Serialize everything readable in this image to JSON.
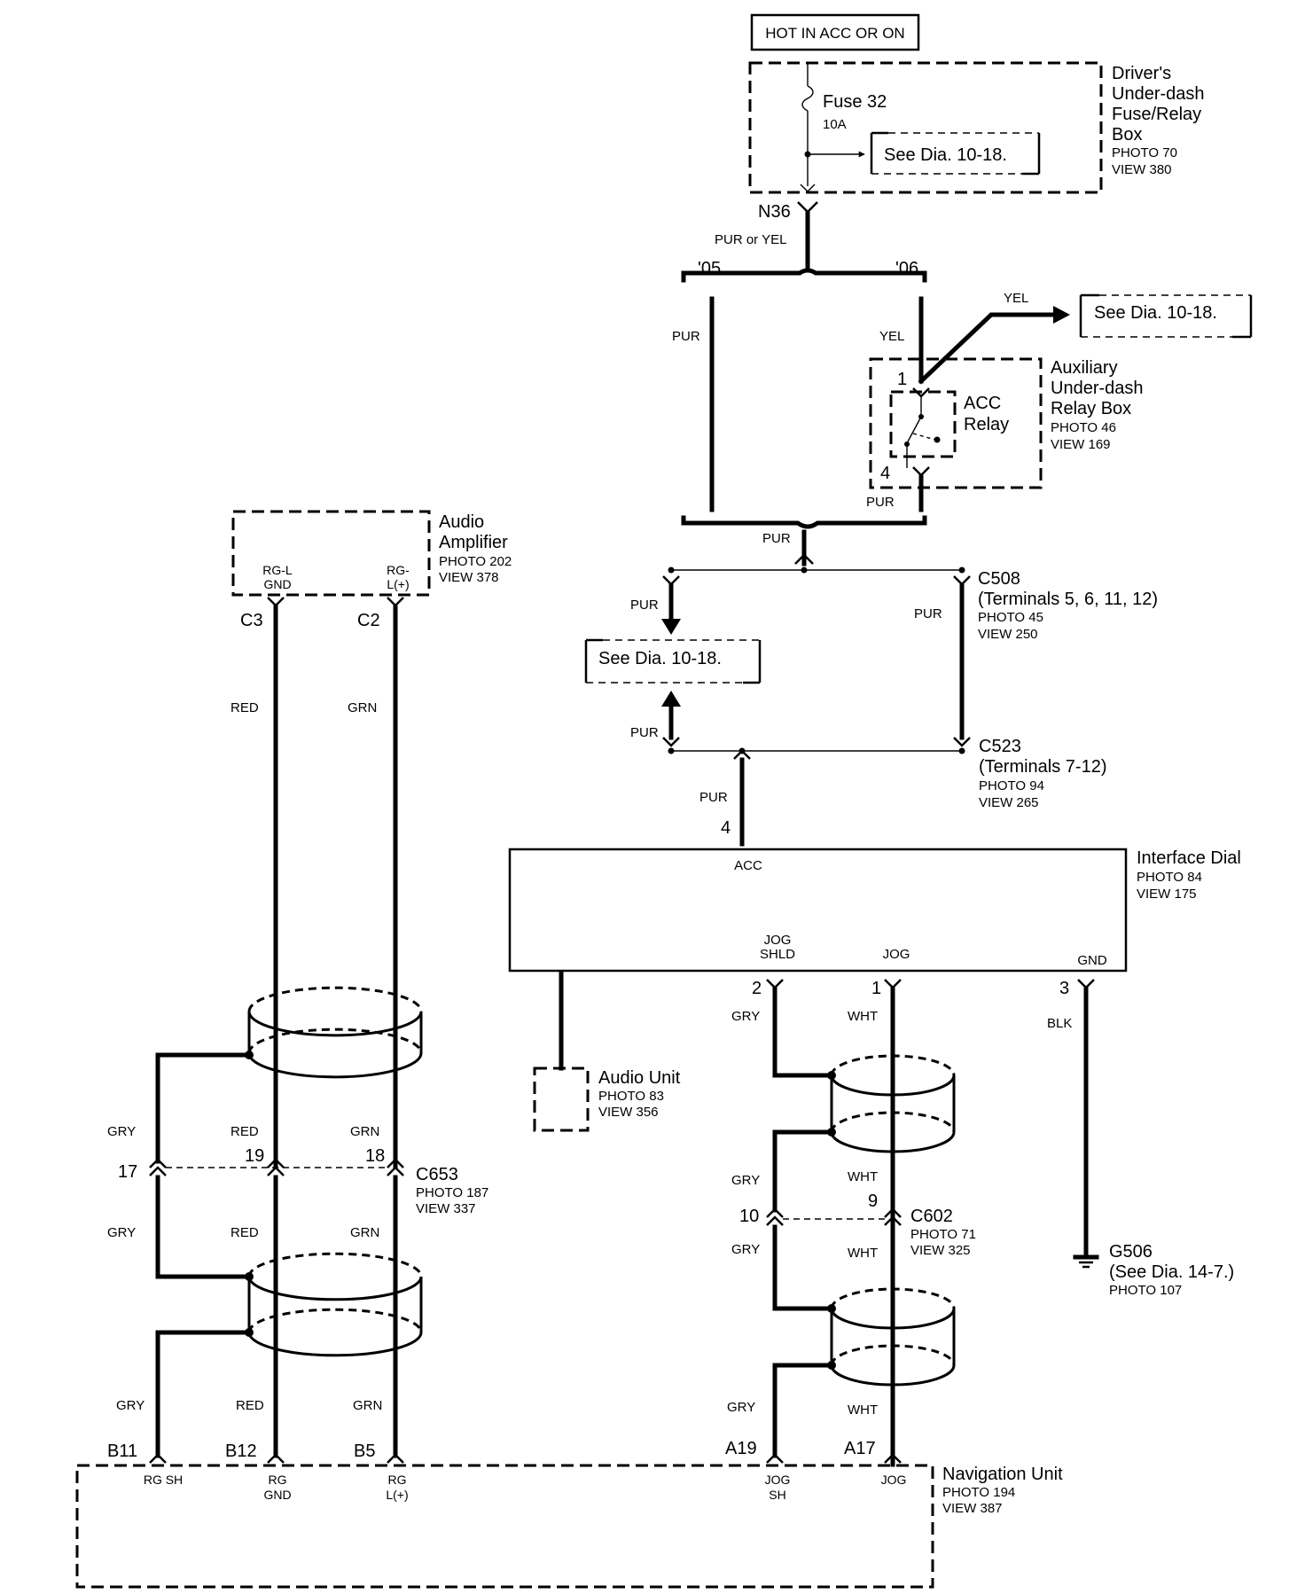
{
  "supply": {
    "hot_label": "HOT IN ACC OR ON",
    "fuse_box": {
      "title_lines": [
        "Driver's",
        "Under-dash",
        "Fuse/Relay",
        "Box"
      ],
      "photo": "PHOTO 70",
      "view": "VIEW 380"
    },
    "fuse": {
      "name": "Fuse 32",
      "rating": "10A"
    },
    "see_dia": "See Dia. 10-18.",
    "connector": "N36",
    "wire": "PUR or YEL",
    "year_a": "'05",
    "year_b": "'06"
  },
  "relay": {
    "yel_wire": "YEL",
    "yel_label": "YEL",
    "see_dia": "See Dia. 10-18.",
    "box_title_lines": [
      "Auxiliary",
      "Under-dash",
      "Relay Box"
    ],
    "photo": "PHOTO 46",
    "view": "VIEW 169",
    "name_lines": [
      "ACC",
      "Relay"
    ],
    "pin_1": "1",
    "pin_4": "4",
    "out_wire": "PUR"
  },
  "pur_section": {
    "left_wire": "PUR",
    "junction_wire": "PUR",
    "c508": {
      "name": "C508",
      "terminals": "(Terminals 5, 6, 11, 12)",
      "photo": "PHOTO 45",
      "view": "VIEW 250"
    },
    "c523": {
      "name": "C523",
      "terminals": "(Terminals 7-12)",
      "photo": "PHOTO 94",
      "view": "VIEW 265"
    },
    "upper_branch_wire": "PUR",
    "lower_branch_wire": "PUR",
    "right_wire": "PUR",
    "see_dia": "See Dia. 10-18.",
    "acc_wire": "PUR",
    "acc_pin": "4"
  },
  "amplifier": {
    "title_lines": [
      "Audio",
      "Amplifier"
    ],
    "photo": "PHOTO 202",
    "view": "VIEW 378",
    "pin_left_lines": [
      "RG-L",
      "GND"
    ],
    "pin_right_lines": [
      "RG-",
      "L(+)"
    ],
    "conn_left": "C3",
    "conn_right": "C2",
    "wire_left": "RED",
    "wire_right": "GRN"
  },
  "interface_dial": {
    "title": "Interface Dial",
    "photo": "PHOTO 84",
    "view": "VIEW 175",
    "acc": "ACC",
    "jog_shld_lines": [
      "JOG",
      "SHLD"
    ],
    "jog": "JOG",
    "gnd": "GND",
    "pin_2": "2",
    "pin_1": "1",
    "pin_3": "3",
    "wire_gry": "GRY",
    "wire_wht": "WHT",
    "wire_blk": "BLK"
  },
  "audio_unit": {
    "title": "Audio Unit",
    "photo": "PHOTO 83",
    "view": "VIEW 356"
  },
  "c653": {
    "name": "C653",
    "photo": "PHOTO 187",
    "view": "VIEW 337",
    "pin_17": "17",
    "pin_19": "19",
    "pin_18": "18",
    "gry_upper": "GRY",
    "red_upper": "RED",
    "grn_upper": "GRN",
    "gry_lower": "GRY",
    "red_lower": "RED",
    "grn_lower": "GRN",
    "gry_bottom": "GRY",
    "red_bottom": "RED",
    "grn_bottom": "GRN"
  },
  "c602": {
    "name": "C602",
    "photo": "PHOTO 71",
    "view": "VIEW 325",
    "pin_10": "10",
    "pin_9": "9",
    "gry_upper": "GRY",
    "wht_upper": "WHT",
    "gry_lower": "GRY",
    "wht_lower": "WHT",
    "gry_bottom": "GRY",
    "wht_bottom": "WHT"
  },
  "ground": {
    "name": "G506",
    "see_dia": "(See Dia. 14-7.)",
    "photo": "PHOTO 107"
  },
  "nav_unit": {
    "title": "Navigation Unit",
    "photo": "PHOTO 194",
    "view": "VIEW 387",
    "conn_b11": "B11",
    "conn_b12": "B12",
    "conn_b5": "B5",
    "conn_a19": "A19",
    "conn_a17": "A17",
    "pin_rgsh": "RG SH",
    "pin_rggnd_lines": [
      "RG",
      "GND"
    ],
    "pin_rgl_lines": [
      "RG",
      "L(+)"
    ],
    "pin_jogsh_lines": [
      "JOG",
      "SH"
    ],
    "pin_jog": "JOG"
  }
}
